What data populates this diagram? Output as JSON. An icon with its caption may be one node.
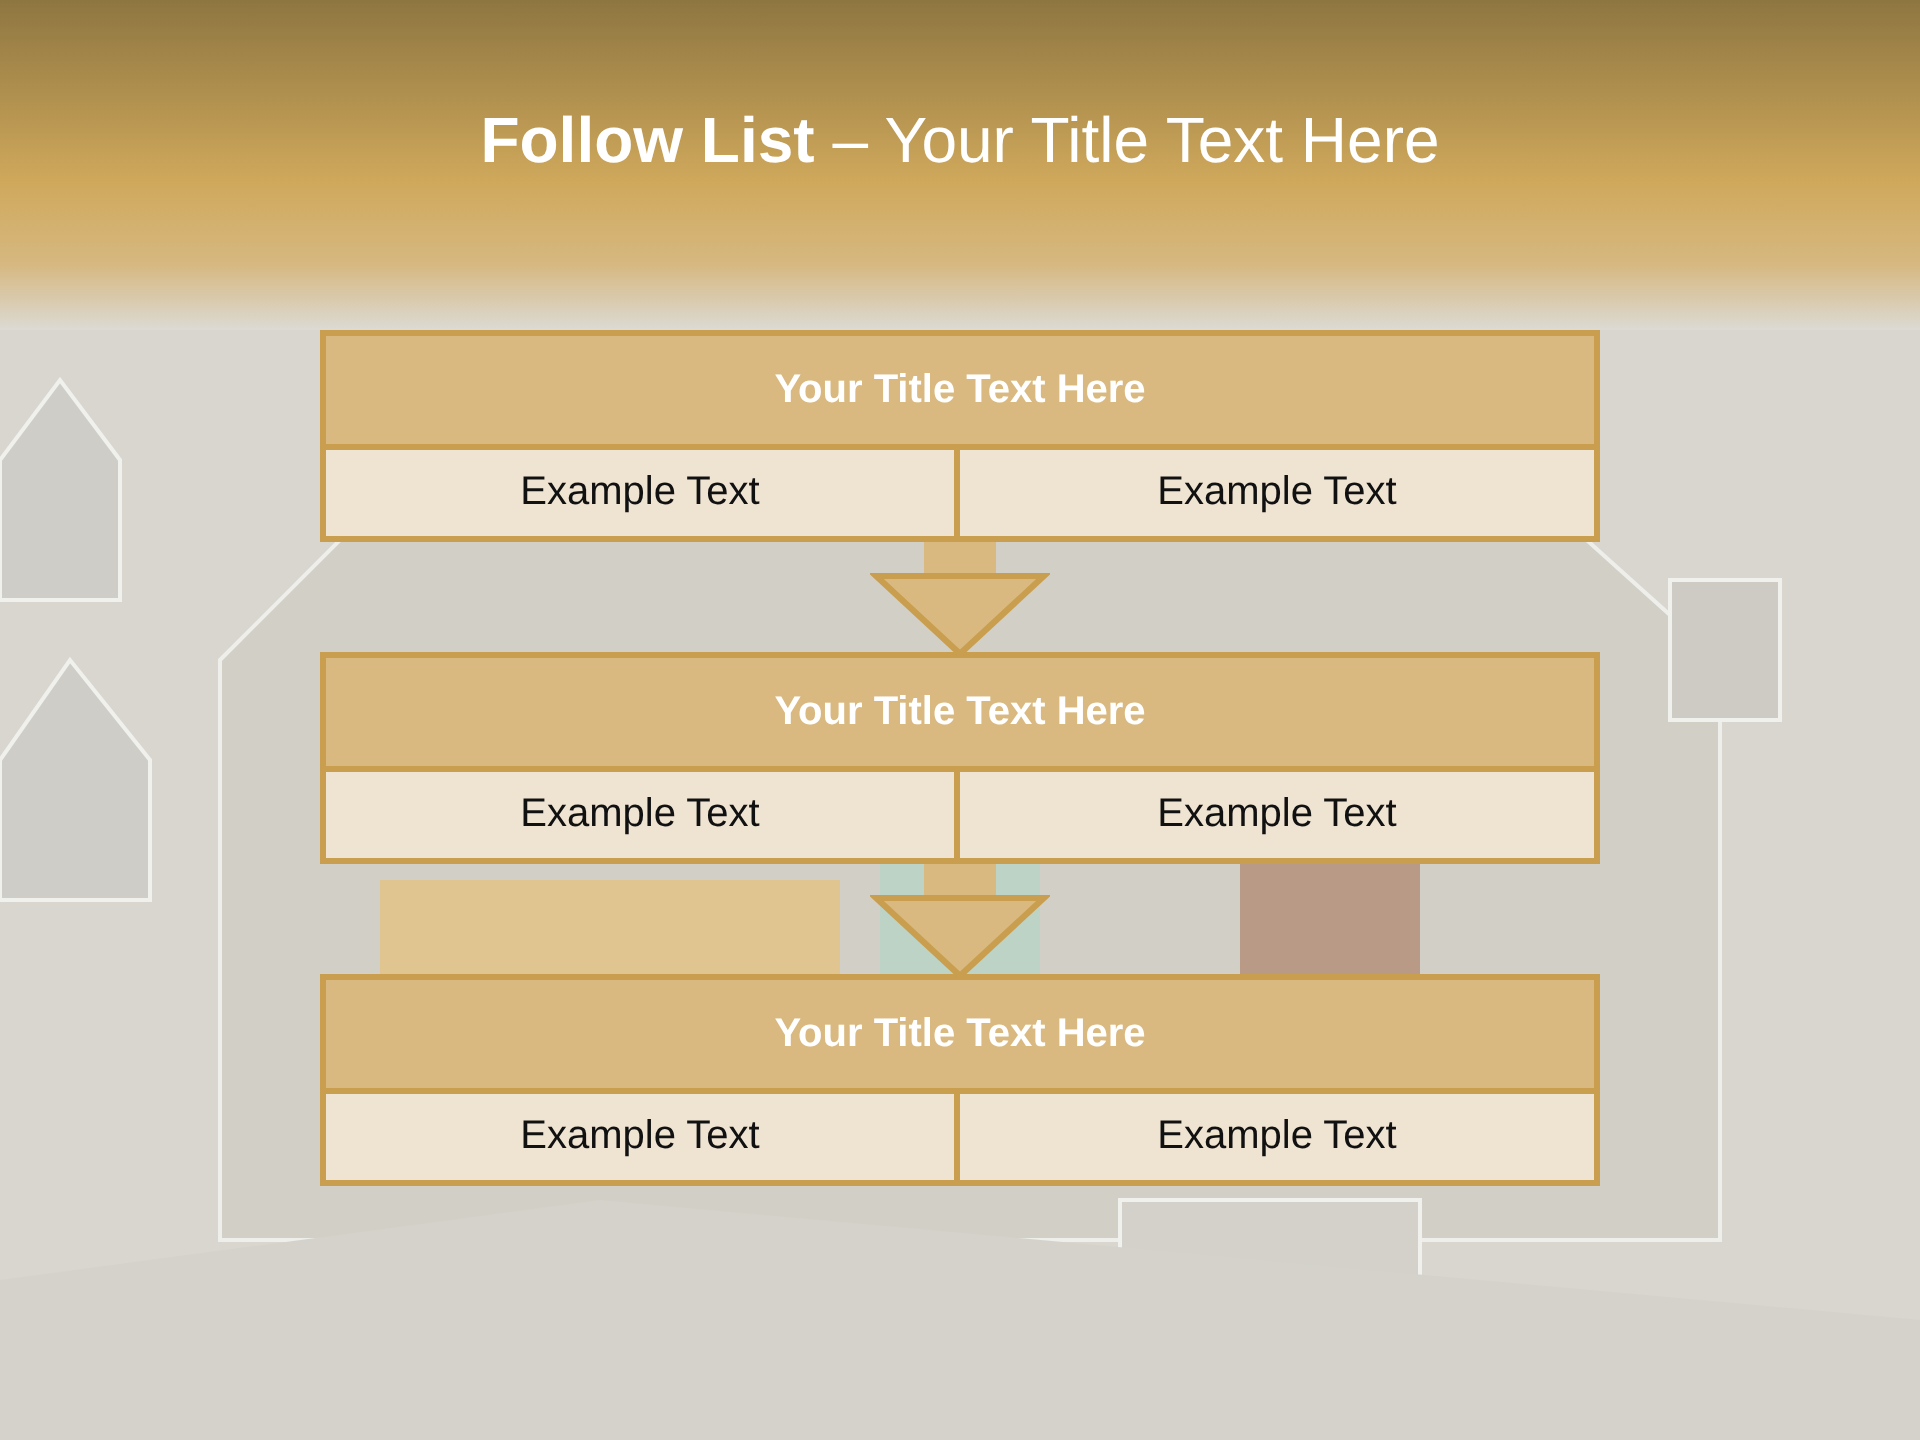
{
  "diagram": {
    "title": "**Follow List**  – Your Title Text Here",
    "nodes": [
      {
        "text": [],
        "shape": "box"
      },
      {
        "text": [
          "Your Title Text Here"
        ],
        "in": 0
      },
      {
        "text": [
          "Example Text"
        ],
        "in": 0
      },
      {
        "text": [
          "Example Text"
        ],
        "in": 0
      },
      {
        "text": [],
        "shape": "box"
      },
      {
        "text": [
          "Your Title Text Here"
        ],
        "in": 4
      },
      {
        "text": [
          "Example Text"
        ],
        "in": 4
      },
      {
        "text": [
          "Example Text"
        ],
        "in": 4
      },
      {
        "text": [],
        "shape": "box"
      },
      {
        "text": [
          "Your Title Text Here"
        ],
        "in": 8
      },
      {
        "text": [
          "Example Text"
        ],
        "in": 8
      },
      {
        "text": [
          "Example Text"
        ],
        "in": 8
      }
    ],
    "edges": [
      {
        "from": 0,
        "to": 4,
        "arrow": "to"
      },
      {
        "from": 4,
        "to": 8,
        "arrow": "to"
      }
    ]
  }
}
